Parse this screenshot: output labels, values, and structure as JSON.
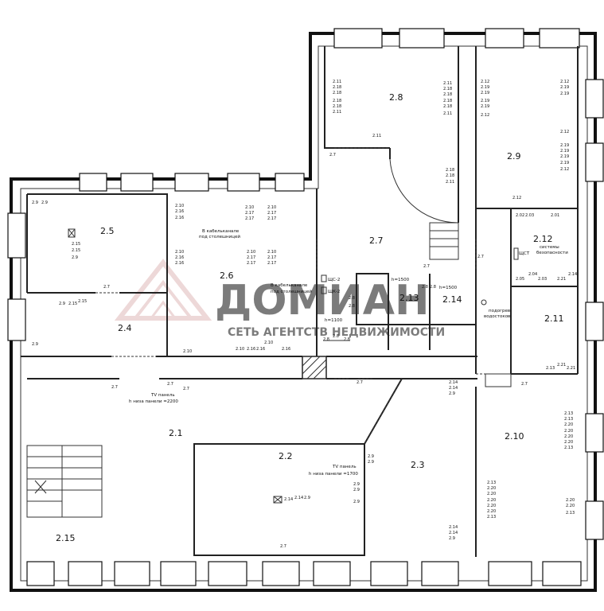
{
  "rooms": {
    "r2_1": "2.1",
    "r2_2": "2.2",
    "r2_3": "2.3",
    "r2_4": "2.4",
    "r2_5": "2.5",
    "r2_6": "2.6",
    "r2_7": "2.7",
    "r2_8": "2.8",
    "r2_9": "2.9",
    "r2_10": "2.10",
    "r2_11": "2.11",
    "r2_12": "2.12",
    "r2_13": "2.13",
    "r2_14": "2.14",
    "r2_15": "2.15"
  },
  "notes": {
    "tv1_a": "TV панель",
    "tv1_b": "h низа панели =2200",
    "tv2_a": "TV панель",
    "tv2_b": "h низа панели =1700",
    "cable1_a": "В кабельканале",
    "cable1_b": "под столешницей",
    "cable2_a": "В кабельканале",
    "cable2_b": "под столешницей",
    "shk2": "ЩС-2",
    "shk2b": "ЩК-2",
    "h1100": "h=1100",
    "h1500a": "h=1500",
    "h1500b": "h=1500",
    "podogrev_a": "подогрев",
    "podogrev_b": "водостоков",
    "shst": "ЩСТ",
    "security_a": "системы",
    "security_b": "безопасности"
  },
  "tags": {
    "t27": "2.7",
    "t29": "2.9",
    "t28": "2.8",
    "t210": "2.10",
    "t211": "2.11",
    "t212": "2.12",
    "t213": "2.13",
    "t214": "2.14",
    "t215": "2.15",
    "t216": "2.16",
    "t217": "2.17",
    "t218": "2.18",
    "t219": "2.19",
    "t220": "2.20",
    "t221": "2.21",
    "t201": "2.01",
    "t202": "2.02",
    "t203": "2.03",
    "t204": "2.04",
    "t205": "2.05"
  },
  "watermark": {
    "brand": "ДОМИАН",
    "tagline": "СЕТЬ АГЕНТСТВ НЕДВИЖИМОСТИ"
  },
  "colors": {
    "watermark": "#d9a9a9"
  }
}
